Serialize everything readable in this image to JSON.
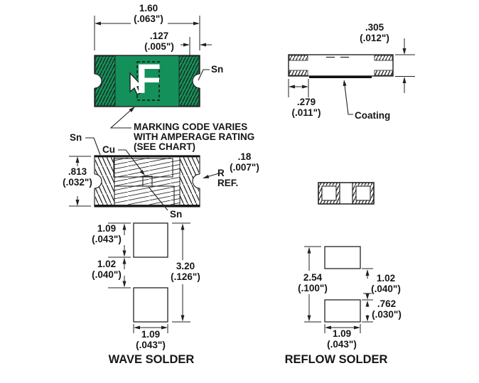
{
  "colors": {
    "body_green": "#14905a",
    "line": "#222222"
  },
  "views": {
    "plan": {
      "marking_letter": "F",
      "sn_label": "Sn",
      "note_line1": "MARKING CODE VARIES",
      "note_line2": "WITH AMPERAGE RATING",
      "note_line3": "(SEE CHART)",
      "dim_length": {
        "mm": "1.60",
        "inch": "(.063\")"
      },
      "dim_band": {
        "mm": ".127",
        "inch": "(.005\")"
      }
    },
    "side": {
      "dim_thickness": {
        "mm": ".305",
        "inch": "(.012\")"
      },
      "dim_termination": {
        "mm": ".279",
        "inch": "(.011\")"
      },
      "coating_label": "Coating"
    },
    "section": {
      "sn_top": "Sn",
      "cu_label": "Cu",
      "sn_bottom": "Sn",
      "dim_width": {
        "mm": ".813",
        "inch": "(.032\")"
      },
      "dim_radius": {
        "mm": ".18",
        "inch": "(.007\")"
      },
      "radius_prefix": "R",
      "radius_ref": "REF."
    },
    "wave": {
      "title": "WAVE SOLDER",
      "dim_pad_top": {
        "mm": "1.09",
        "inch": "(.043\")"
      },
      "dim_gap": {
        "mm": "1.02",
        "inch": "(.040\")"
      },
      "dim_overall": {
        "mm": "3.20",
        "inch": "(.126\")"
      },
      "dim_pad_width": {
        "mm": "1.09",
        "inch": "(.043\")"
      }
    },
    "reflow": {
      "title": "REFLOW SOLDER",
      "dim_overall": {
        "mm": "2.54",
        "inch": "(.100\")"
      },
      "dim_gap": {
        "mm": "1.02",
        "inch": "(.040\")"
      },
      "dim_pad_height": {
        "mm": ".762",
        "inch": "(.030\")"
      },
      "dim_pad_width": {
        "mm": "1.09",
        "inch": "(.043\")"
      }
    }
  }
}
